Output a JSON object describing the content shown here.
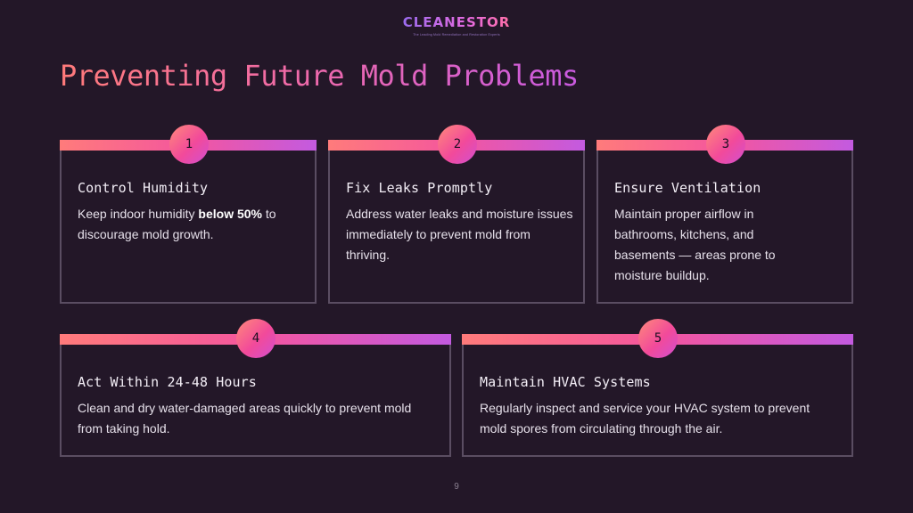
{
  "logo": {
    "text": "CLEANESTOR",
    "tagline": "The Leading Mold Remediation and Restoration Experts"
  },
  "title": "Preventing Future Mold Problems",
  "cards": [
    {
      "number": "1",
      "title": "Control Humidity",
      "body_before": "Keep indoor humidity ",
      "body_bold": "below 50%",
      "body_after": " to discourage mold growth."
    },
    {
      "number": "2",
      "title": "Fix Leaks Promptly",
      "body": "Address water leaks and moisture issues immediately to prevent mold from thriving."
    },
    {
      "number": "3",
      "title": "Ensure Ventilation",
      "body": "Maintain proper airflow in bathrooms, kitchens, and basements — areas prone to moisture buildup."
    },
    {
      "number": "4",
      "title": "Act Within 24-48 Hours",
      "body": "Clean and dry water-damaged areas quickly to prevent mold from taking hold."
    },
    {
      "number": "5",
      "title": "Maintain HVAC Systems",
      "body": "Regularly inspect and service your HVAC system to prevent mold spores from circulating through the air."
    }
  ],
  "page_number": "9",
  "colors": {
    "background": "#231728",
    "accent_start": "#ff7b7b",
    "accent_mid": "#f4569e",
    "accent_end": "#c35ae0",
    "card_border": "#5a4d62"
  }
}
